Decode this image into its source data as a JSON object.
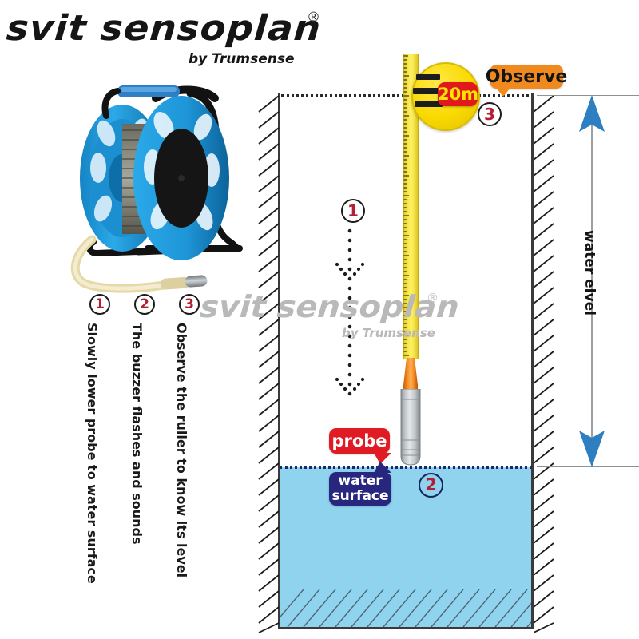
{
  "brand": {
    "name": "svit sensoplan",
    "registered_mark": "®",
    "tagline": "by Trumsense"
  },
  "watermark": {
    "name": "svit sensoplan",
    "registered_mark": "®",
    "tagline": "by Trumsense"
  },
  "legend": {
    "items": [
      {
        "number": "1",
        "text": "Slowly lower probe to water surface"
      },
      {
        "number": "2",
        "text": "The buzzer flashes and sounds"
      },
      {
        "number": "3",
        "text": "Observe the ruller to know its level"
      }
    ]
  },
  "diagram": {
    "reel_badge": "20m",
    "callouts": {
      "observe": "Observe",
      "probe": "probe",
      "water_surface_line1": "water",
      "water_surface_line2": "surface"
    },
    "step_markers": [
      {
        "number": "1"
      },
      {
        "number": "2"
      },
      {
        "number": "3"
      }
    ],
    "dimension_label": "water elvel"
  },
  "colors": {
    "water": "#8fd3ef",
    "tape_yellow": "#f7e23e",
    "badge_red": "#e2191c",
    "badge_text": "#ffe400",
    "callout_orange": "#f08a1e",
    "callout_red": "#e01b24",
    "callout_navy": "#28267e",
    "step_number": "#b21f35",
    "wall": "#3a3a3a",
    "arrow_blue": "#2e7fc1",
    "probe_orange": "#f58b1f",
    "reel_blue": "#1f9ede"
  },
  "product_photo": {
    "name": "water level meter cable reel",
    "reel_color": "#1f9ede",
    "frame_color": "#1a1a1a",
    "cable_color": "#ede2b4",
    "probe_tip_color": "#9aa0a4"
  }
}
